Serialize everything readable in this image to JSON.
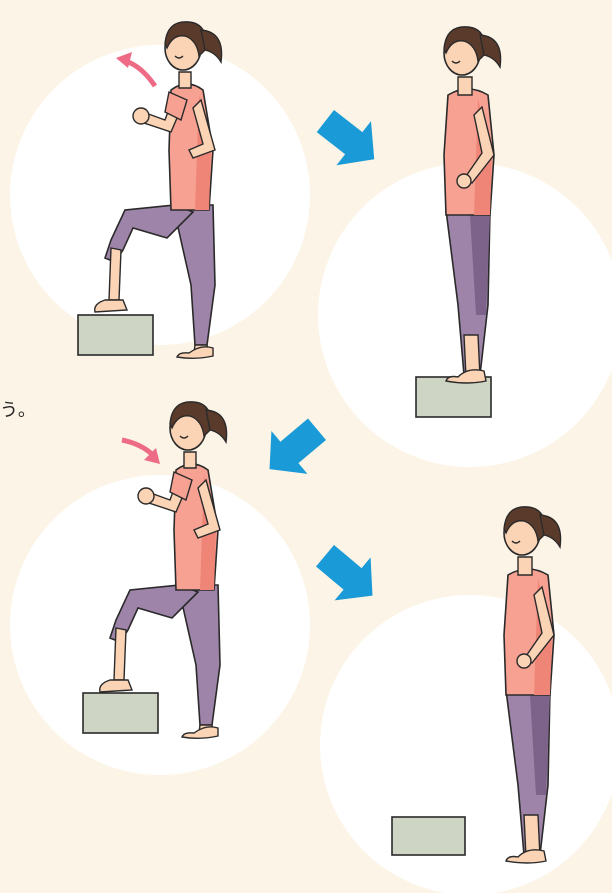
{
  "caption_fragment": "う。",
  "colors": {
    "background": "#fcf4e6",
    "circle": "#ffffff",
    "arrow_blue": "#1a9ad6",
    "arrow_pink": "#ee6b86",
    "shirt": "#f7a193",
    "shirt_shade": "#ee8577",
    "leggings": "#9e84a8",
    "leggings_shade": "#7d6389",
    "skin": "#fbd3b5",
    "hair": "#5a3a2a",
    "step": "#cfd5c4",
    "outline": "#2a2a2a"
  },
  "figures": [
    {
      "pose": "foot-on-step",
      "arm_arrow": "up",
      "step_position": "front"
    },
    {
      "pose": "standing-on-step",
      "arm_arrow": "none",
      "step_position": "under-feet"
    },
    {
      "pose": "foot-on-step",
      "arm_arrow": "down",
      "step_position": "front"
    },
    {
      "pose": "standing-on-floor",
      "arm_arrow": "none",
      "step_position": "behind"
    }
  ],
  "flow_arrows": [
    {
      "direction": "down-right",
      "icon": "blue-arrow-icon"
    },
    {
      "direction": "down-left",
      "icon": "blue-arrow-icon"
    },
    {
      "direction": "down-right",
      "icon": "blue-arrow-icon"
    }
  ]
}
